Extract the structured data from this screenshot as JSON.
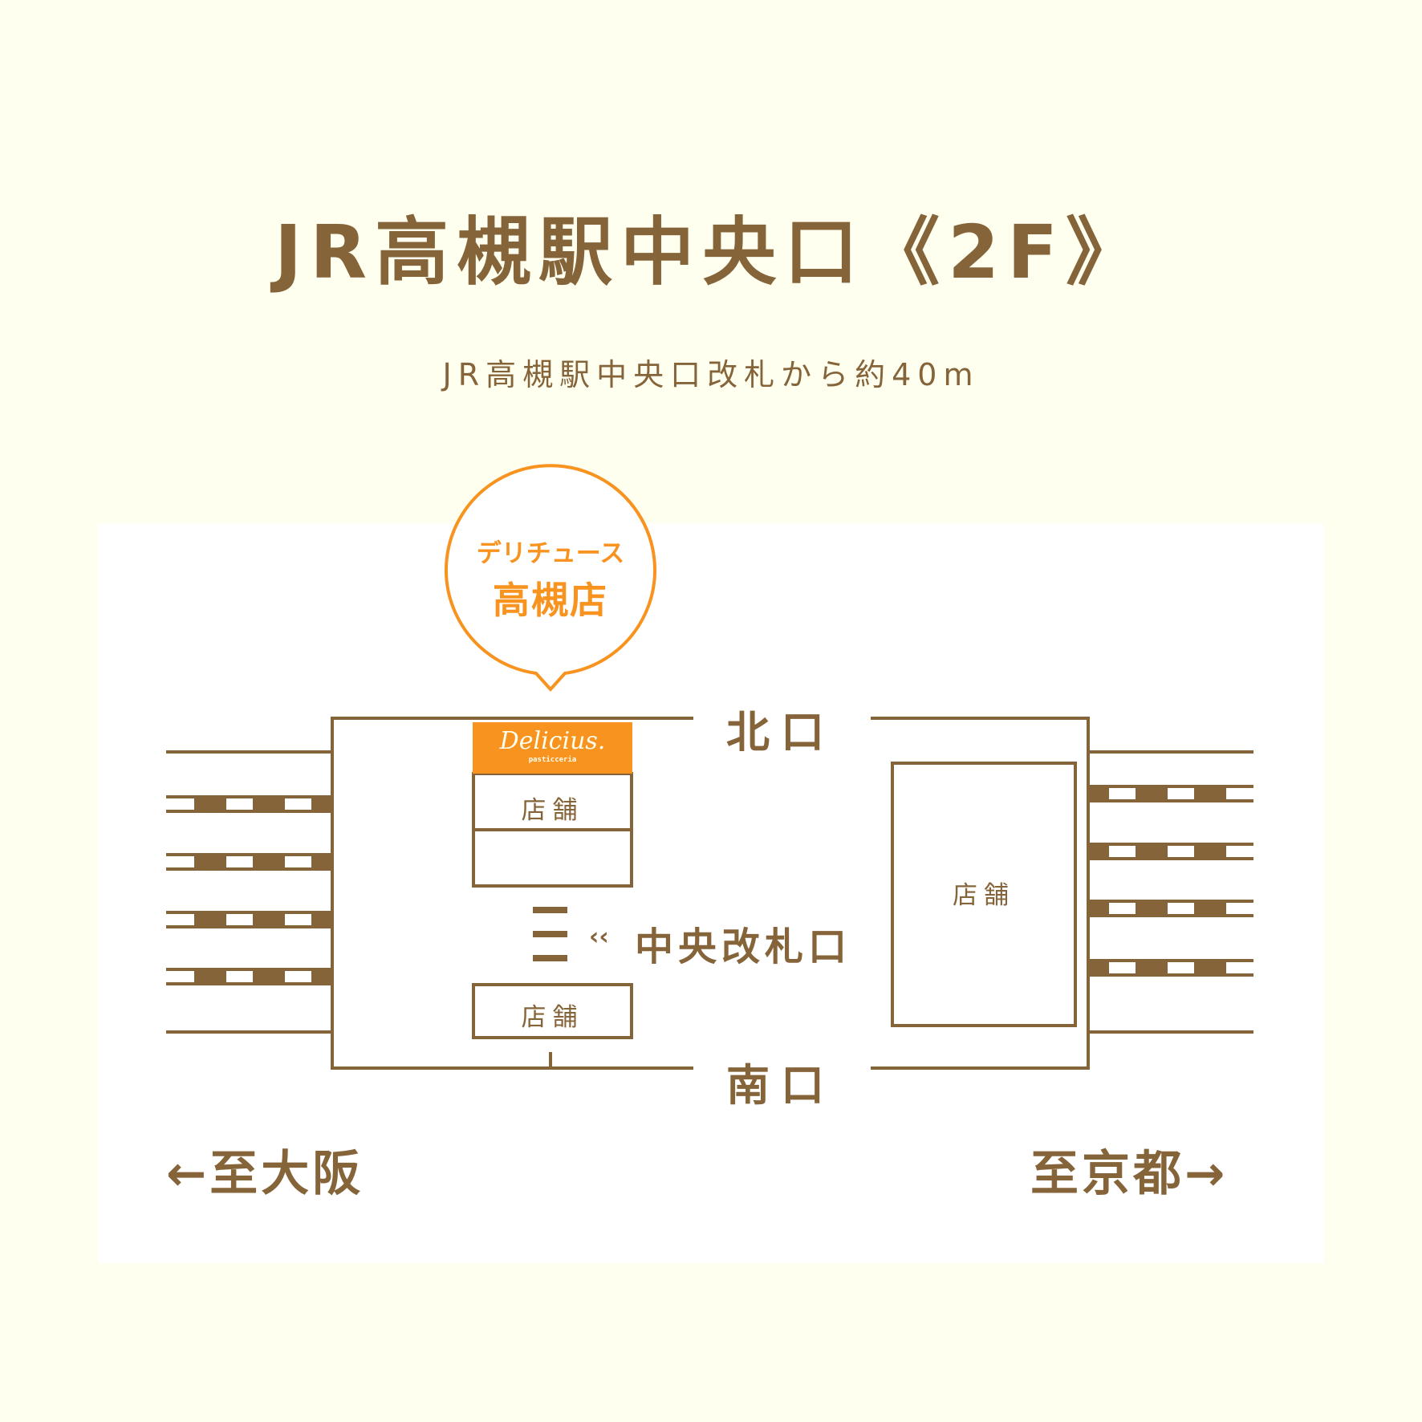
{
  "header": {
    "title": "JR高槻駅中央口《2F》",
    "subtitle": "JR高槻駅中央口改札から約40m"
  },
  "map": {
    "store_bubble": {
      "line1": "デリチュース",
      "line2": "高槻店"
    },
    "store_logo": {
      "name": "Delicius.",
      "tagline": "pasticceria"
    },
    "shops": [
      {
        "label": "店舗"
      },
      {
        "label": ""
      },
      {
        "label": "店舗"
      },
      {
        "label": "店舗"
      }
    ],
    "exits": {
      "north": "北口",
      "south": "南口"
    },
    "gate": {
      "arrow": "‹‹",
      "label": "中央改札口"
    },
    "directions": {
      "left": "←至大阪",
      "right": "至京都→"
    }
  },
  "colors": {
    "background": "#FFFFF0",
    "panel": "#FFFFFF",
    "line": "#86643A",
    "accent": "#F7931E"
  }
}
